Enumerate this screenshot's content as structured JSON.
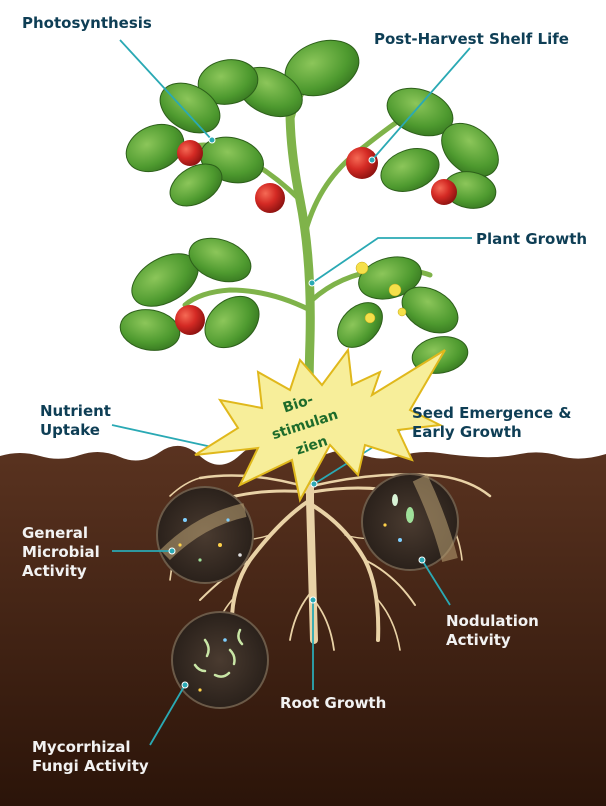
{
  "labels": {
    "photosynthesis": "Photosynthesis",
    "shelf_life": "Post-Harvest Shelf Life",
    "plant_growth": "Plant Growth",
    "nutrient_uptake": [
      "Nutrient",
      "Uptake"
    ],
    "seed_emergence": [
      "Seed Emergence &",
      "Early Growth"
    ],
    "microbial": [
      "General",
      "Microbial",
      "Activity"
    ],
    "nodulation": [
      "Nodulation",
      "Activity"
    ],
    "root_growth": "Root Growth",
    "mycorrhizal": [
      "Mycorrhizal",
      "Fungi Activity"
    ]
  },
  "burst": {
    "lines": [
      "Bio-",
      "stimulan",
      "zien"
    ]
  },
  "colors": {
    "label_dark": "#0e3e55",
    "label_light": "#f2f2f2",
    "leader_line": "#2aa9b4",
    "soil_top": "#5a3320",
    "soil_bottom": "#2b1409",
    "leaf": "#4e9a2f",
    "tomato": "#d42a24",
    "burst_fill": "#f7ee9a",
    "burst_stroke": "#e0b81c",
    "burst_text": "#1e6b2b"
  }
}
